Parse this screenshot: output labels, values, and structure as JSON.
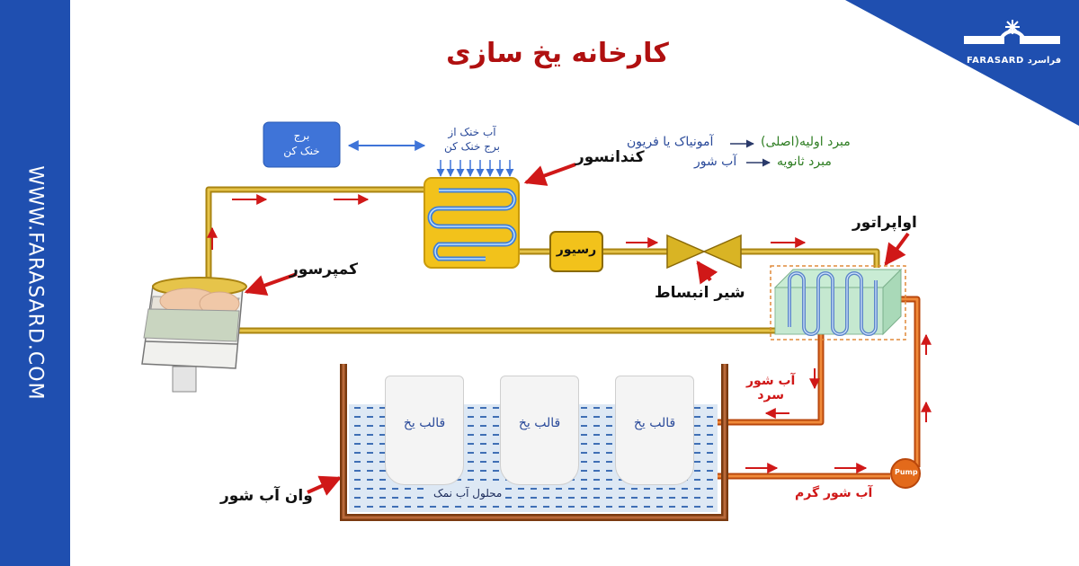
{
  "title": "کارخانه یخ سازی",
  "site_url": "WWW.FARASARD.COM",
  "logo": {
    "text": "FARASARD فراسرد"
  },
  "components": {
    "cooling_tower": "برج\nخنک کن",
    "cooling_water": "آب خنک از\nبرج خنک کن",
    "condenser": "کندانسور",
    "receiver": "رسیور",
    "expansion_valve": "شیر انبساط",
    "evaporator": "اواپراتور",
    "compressor": "کمپرسور",
    "brine_tank": "وان آب شور",
    "brine_solution": "محلول آب نمک",
    "ice_mold": "قالب یخ",
    "pump": "Pump"
  },
  "flows": {
    "cold_brine": "آب شور\nسرد",
    "hot_brine": "آب شور گرم"
  },
  "legend": [
    {
      "label": "مبرد اولیه(اصلی)",
      "value": "آمونیاک یا فریون"
    },
    {
      "label": "مبرد ثانویه",
      "value": "آب شور"
    }
  ],
  "colors": {
    "sidebar": "#1f4fb0",
    "title": "#b01010",
    "pipe_refrigerant": "#c9a227",
    "pipe_brine": "#e36a1b",
    "condenser": "#f2c21b",
    "tower": "#3f74d8",
    "arrow": "#d01818"
  }
}
